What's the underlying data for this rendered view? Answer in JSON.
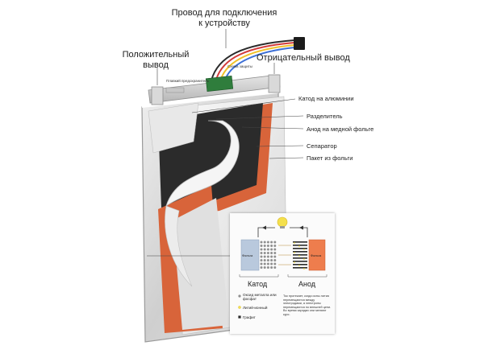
{
  "labels": {
    "wire": [
      "Провод для подключения",
      "к устройству"
    ],
    "positive_terminal": [
      "Положительный",
      "вывод"
    ],
    "negative_terminal": "Отрицательный вывод",
    "fuse_left": "Плавкий предохранитель",
    "fuse_right": "Схема защиты",
    "cathode_aluminum": "Катод на алюминии",
    "separator_top": "Разделитель",
    "anode_copper": "Анод на медной фольге",
    "separator": "Сепаратор",
    "foil_pack": "Пакет из фольги"
  },
  "inset": {
    "cathode_title": "Катод",
    "anode_title": "Анод",
    "foil_left": "Фольга",
    "foil_right": "Фольга",
    "legend": [
      {
        "label": "Оксид металла или фосфат",
        "marker": "grey-dot"
      },
      {
        "label": "Литий-ионный",
        "marker": "yellow-dot"
      },
      {
        "label": "Графит",
        "marker": "black-square"
      }
    ],
    "note": "Ток протекает, когда ионы лития перемещаются между электродами, а электроны перемещаются по внешней цепи. Во время зарядки они меняют курс."
  },
  "colors": {
    "copper": "#d8643a",
    "graphite": "#2b2b2b",
    "separator": "#e6e6e6",
    "foil": "#cfcfcf",
    "cathode_block": "#b9c9dd",
    "anode_block": "#ee7d4d",
    "bulb": "#f4e04d"
  }
}
